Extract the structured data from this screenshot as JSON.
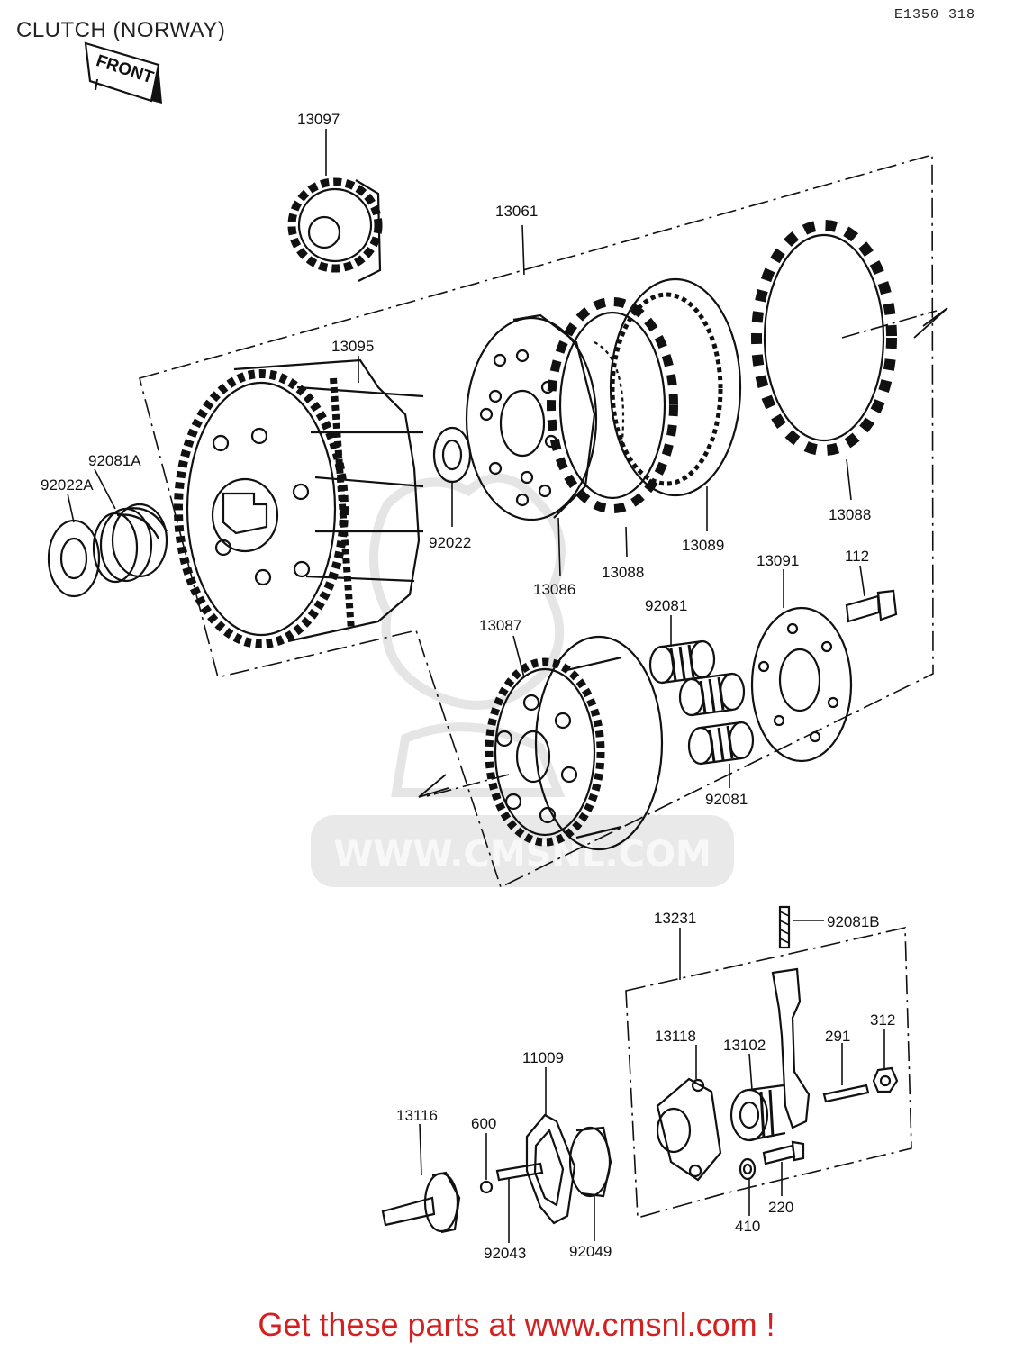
{
  "diagram": {
    "title": "CLUTCH (NORWAY)",
    "drawing_code": "E1350 318",
    "front_marker": "FRONT",
    "watermark": "WWW.CMSNL.COM"
  },
  "parts": [
    {
      "id": "p13097",
      "number": "13097"
    },
    {
      "id": "p13061",
      "number": "13061"
    },
    {
      "id": "p13095",
      "number": "13095"
    },
    {
      "id": "p92081a",
      "number": "92081A"
    },
    {
      "id": "p92022a",
      "number": "92022A"
    },
    {
      "id": "p92022",
      "number": "92022"
    },
    {
      "id": "p13086",
      "number": "13086"
    },
    {
      "id": "p13088a",
      "number": "13088"
    },
    {
      "id": "p13089",
      "number": "13089"
    },
    {
      "id": "p13088b",
      "number": "13088"
    },
    {
      "id": "p13091",
      "number": "13091"
    },
    {
      "id": "p112",
      "number": "112"
    },
    {
      "id": "p92081a2",
      "number": "92081"
    },
    {
      "id": "p13087",
      "number": "13087"
    },
    {
      "id": "p92081b2",
      "number": "92081"
    },
    {
      "id": "p13231",
      "number": "13231"
    },
    {
      "id": "p92081b",
      "number": "92081B"
    },
    {
      "id": "p13118",
      "number": "13118"
    },
    {
      "id": "p13102",
      "number": "13102"
    },
    {
      "id": "p291",
      "number": "291"
    },
    {
      "id": "p312",
      "number": "312"
    },
    {
      "id": "p11009",
      "number": "11009"
    },
    {
      "id": "p13116",
      "number": "13116"
    },
    {
      "id": "p600",
      "number": "600"
    },
    {
      "id": "p92043",
      "number": "92043"
    },
    {
      "id": "p92049",
      "number": "92049"
    },
    {
      "id": "p410",
      "number": "410"
    },
    {
      "id": "p220",
      "number": "220"
    }
  ],
  "footer": {
    "text": "Get these parts at www.cmsnl.com !",
    "color": "#d42020"
  }
}
